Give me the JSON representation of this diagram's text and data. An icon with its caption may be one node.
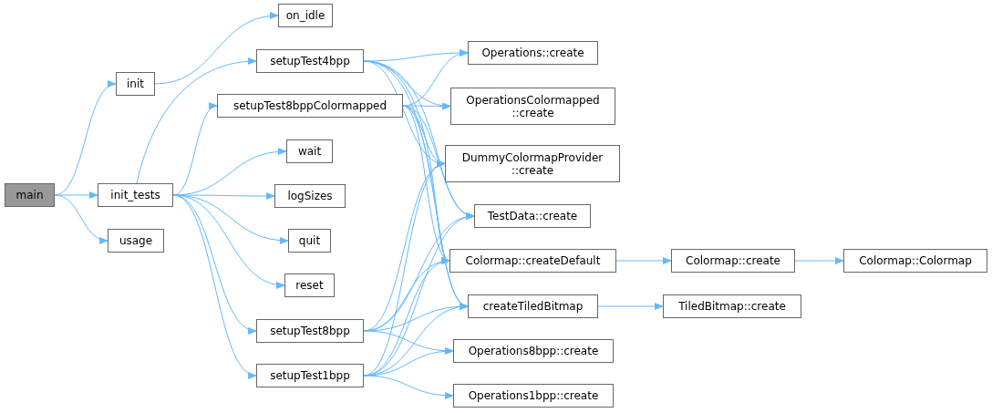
{
  "diagram": {
    "nodes": [
      {
        "text": [
          "main"
        ]
      },
      {
        "text": [
          "init"
        ]
      },
      {
        "text": [
          "init_tests"
        ]
      },
      {
        "text": [
          "usage"
        ]
      },
      {
        "text": [
          "on_idle"
        ]
      },
      {
        "text": [
          "setupTest4bpp"
        ]
      },
      {
        "text": [
          "setupTest8bppColormapped"
        ]
      },
      {
        "text": [
          "wait"
        ]
      },
      {
        "text": [
          "logSizes"
        ]
      },
      {
        "text": [
          "quit"
        ]
      },
      {
        "text": [
          "reset"
        ]
      },
      {
        "text": [
          "setupTest8bpp"
        ]
      },
      {
        "text": [
          "setupTest1bpp"
        ]
      },
      {
        "text": [
          "Operations::create"
        ]
      },
      {
        "text": [
          "OperationsColormapped ::create"
        ]
      },
      {
        "text": [
          "DummyColormapProvider ::create"
        ]
      },
      {
        "text": [
          "TestData::create"
        ]
      },
      {
        "text": [
          "Colormap::createDefault"
        ]
      },
      {
        "text": [
          "createTiledBitmap"
        ]
      },
      {
        "text": [
          "Operations8bpp::create"
        ]
      },
      {
        "text": [
          "Operations1bpp::create"
        ]
      },
      {
        "text": [
          "Colormap::create"
        ]
      },
      {
        "text": [
          "TiledBitmap::create"
        ]
      },
      {
        "text": [
          "Colormap::Colormap"
        ]
      }
    ],
    "edges": [
      {
        "from": 0,
        "to": 1,
        "arrow": "to"
      },
      {
        "from": 0,
        "to": 2,
        "arrow": "to"
      },
      {
        "from": 0,
        "to": 3,
        "arrow": "to"
      },
      {
        "from": 1,
        "to": 4,
        "arrow": "to"
      },
      {
        "from": 2,
        "to": 5,
        "arrow": "to"
      },
      {
        "from": 2,
        "to": 6,
        "arrow": "to"
      },
      {
        "from": 2,
        "to": 7,
        "arrow": "to"
      },
      {
        "from": 2,
        "to": 8,
        "arrow": "to"
      },
      {
        "from": 2,
        "to": 9,
        "arrow": "to"
      },
      {
        "from": 2,
        "to": 10,
        "arrow": "to"
      },
      {
        "from": 2,
        "to": 11,
        "arrow": "to"
      },
      {
        "from": 2,
        "to": 12,
        "arrow": "to"
      },
      {
        "from": 5,
        "to": 13,
        "arrow": "to"
      },
      {
        "from": 5,
        "to": 14,
        "arrow": "to"
      },
      {
        "from": 5,
        "to": 15,
        "arrow": "to"
      },
      {
        "from": 5,
        "to": 16,
        "arrow": "to"
      },
      {
        "from": 5,
        "to": 17,
        "arrow": "to"
      },
      {
        "from": 5,
        "to": 18,
        "arrow": "to"
      },
      {
        "from": 6,
        "to": 13,
        "arrow": "to"
      },
      {
        "from": 6,
        "to": 14,
        "arrow": "to"
      },
      {
        "from": 6,
        "to": 15,
        "arrow": "to"
      },
      {
        "from": 6,
        "to": 16,
        "arrow": "to"
      },
      {
        "from": 6,
        "to": 17,
        "arrow": "to"
      },
      {
        "from": 6,
        "to": 18,
        "arrow": "to"
      },
      {
        "from": 11,
        "to": 15,
        "arrow": "to"
      },
      {
        "from": 11,
        "to": 16,
        "arrow": "to"
      },
      {
        "from": 11,
        "to": 17,
        "arrow": "to"
      },
      {
        "from": 11,
        "to": 18,
        "arrow": "to"
      },
      {
        "from": 11,
        "to": 19,
        "arrow": "to"
      },
      {
        "from": 12,
        "to": 15,
        "arrow": "to"
      },
      {
        "from": 12,
        "to": 16,
        "arrow": "to"
      },
      {
        "from": 12,
        "to": 17,
        "arrow": "to"
      },
      {
        "from": 12,
        "to": 18,
        "arrow": "to"
      },
      {
        "from": 12,
        "to": 19,
        "arrow": "to"
      },
      {
        "from": 12,
        "to": 20,
        "arrow": "to"
      },
      {
        "from": 17,
        "to": 21,
        "arrow": "to"
      },
      {
        "from": 18,
        "to": 22,
        "arrow": "to"
      },
      {
        "from": 21,
        "to": 23,
        "arrow": "to"
      }
    ]
  }
}
